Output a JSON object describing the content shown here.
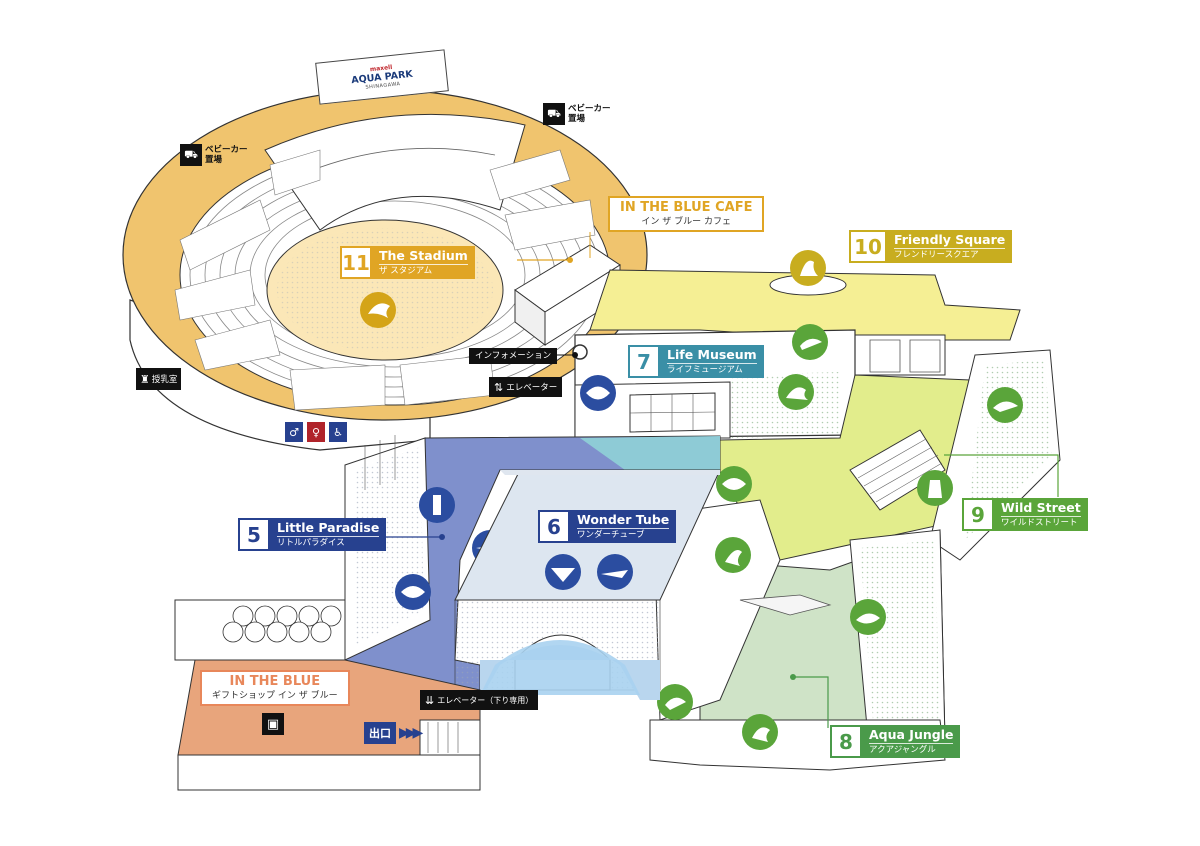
{
  "logo": {
    "brand": "maxell",
    "name": "AQUA PARK",
    "sub": "SHINAGAWA"
  },
  "zones": {
    "z5": {
      "number": "5",
      "name_en": "Little Paradise",
      "name_ja": "リトルパラダイス",
      "color": "#27418f"
    },
    "z6": {
      "number": "6",
      "name_en": "Wonder Tube",
      "name_ja": "ワンダーチューブ",
      "color": "#27418f"
    },
    "z7": {
      "number": "7",
      "name_en": "Life Museum",
      "name_ja": "ライフミュージアム",
      "color": "#3a8fa6"
    },
    "z8": {
      "number": "8",
      "name_en": "Aqua Jungle",
      "name_ja": "アクアジャングル",
      "color": "#4a9a4a"
    },
    "z9": {
      "number": "9",
      "name_en": "Wild Street",
      "name_ja": "ワイルドストリート",
      "color": "#5aa53a"
    },
    "z10": {
      "number": "10",
      "name_en": "Friendly Square",
      "name_ja": "フレンドリースクエア",
      "color": "#c8ad1f"
    },
    "z11": {
      "number": "11",
      "name_en": "The Stadium",
      "name_ja": "ザ スタジアム",
      "color": "#e0a524"
    }
  },
  "shops": {
    "cafe": {
      "name_en": "IN THE BLUE CAFE",
      "name_ja": "イン ザ ブルー カフェ",
      "color": "#e0a524"
    },
    "gift": {
      "name_en": "IN THE BLUE",
      "name_ja": "ギフトショップ イン ザ ブルー",
      "color": "#e8875a"
    }
  },
  "facilities": {
    "stroller_left": "ベビーカー置場",
    "stroller_right": "ベビーカー置場",
    "nursing": "授乳室",
    "information": "インフォメーション",
    "elevator": "エレベーター",
    "elevator_down": "エレベーター（下り専用）",
    "exit": "出口"
  },
  "icons": {
    "stroller": "stroller-icon",
    "nursing": "nursing-room-icon",
    "elevator": "elevator-icon",
    "toilet_men": "toilet-men-icon",
    "toilet_women": "toilet-women-icon",
    "wheelchair": "wheelchair-icon",
    "gift": "gift-icon",
    "exit_arrows": "exit-arrows-icon"
  },
  "colors": {
    "stadium": "#f0c46e",
    "stadium_dark": "#e0a524",
    "square": "#f5ef94",
    "street": "#e2ed8c",
    "little_paradise": "#7f90cc",
    "wonder_tube": "#b9d6ee",
    "jungle": "#cfe3c7",
    "gift": "#e8a57c"
  }
}
